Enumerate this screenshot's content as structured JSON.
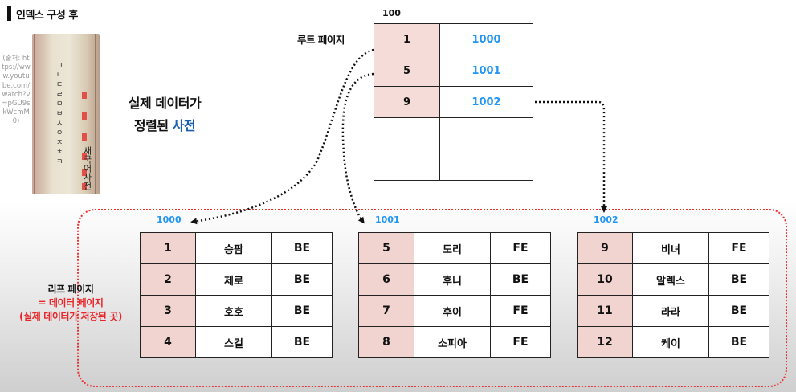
{
  "header": {
    "title": "인덱스 구성 후"
  },
  "book_panel": {
    "source_text": "(출처: https://www.youtube.com/watch?v=pGU9skWcmM0)",
    "caption_line1": "실제 데이터가",
    "caption_line2_prefix": "정렬된 ",
    "caption_line2_highlight": "사전",
    "book_chars": [
      "ㄱ",
      "ㄴ",
      "ㄷ",
      "ㄹ",
      "ㅁ",
      "ㅂ",
      "ㅅ",
      "ㅇ",
      "ㅈ",
      "ㅊ",
      "ㅋ"
    ],
    "book_foot": "새국어사전"
  },
  "root_page": {
    "page_no": "100",
    "label": "루트 페이지",
    "rows": [
      {
        "key": "1",
        "ptr": "1000"
      },
      {
        "key": "5",
        "ptr": "1001"
      },
      {
        "key": "9",
        "ptr": "1002"
      },
      {
        "key": "",
        "ptr": ""
      },
      {
        "key": "",
        "ptr": ""
      }
    ]
  },
  "leaf_area": {
    "label_line1": "리프 페이지",
    "label_line2": "= 데이터 페이지",
    "label_line3": "(실제 데이터가 저장된 곳)",
    "accent_color": "#e8262a"
  },
  "leaf_pages": [
    {
      "page_no": "1000",
      "rows": [
        {
          "key": "1",
          "name": "승팜",
          "dept": "BE"
        },
        {
          "key": "2",
          "name": "제로",
          "dept": "BE"
        },
        {
          "key": "3",
          "name": "호호",
          "dept": "BE"
        },
        {
          "key": "4",
          "name": "스컬",
          "dept": "BE"
        }
      ]
    },
    {
      "page_no": "1001",
      "rows": [
        {
          "key": "5",
          "name": "도리",
          "dept": "FE"
        },
        {
          "key": "6",
          "name": "후니",
          "dept": "BE"
        },
        {
          "key": "7",
          "name": "후이",
          "dept": "FE"
        },
        {
          "key": "8",
          "name": "소피아",
          "dept": "FE"
        }
      ]
    },
    {
      "page_no": "1002",
      "rows": [
        {
          "key": "9",
          "name": "비녀",
          "dept": "FE"
        },
        {
          "key": "10",
          "name": "알렉스",
          "dept": "BE"
        },
        {
          "key": "11",
          "name": "라라",
          "dept": "BE"
        },
        {
          "key": "12",
          "name": "케이",
          "dept": "BE"
        }
      ]
    }
  ],
  "colors": {
    "pointer_blue": "#2196f3",
    "key_cell": "#f1d3cf",
    "highlight_blue": "#1a5fae"
  }
}
